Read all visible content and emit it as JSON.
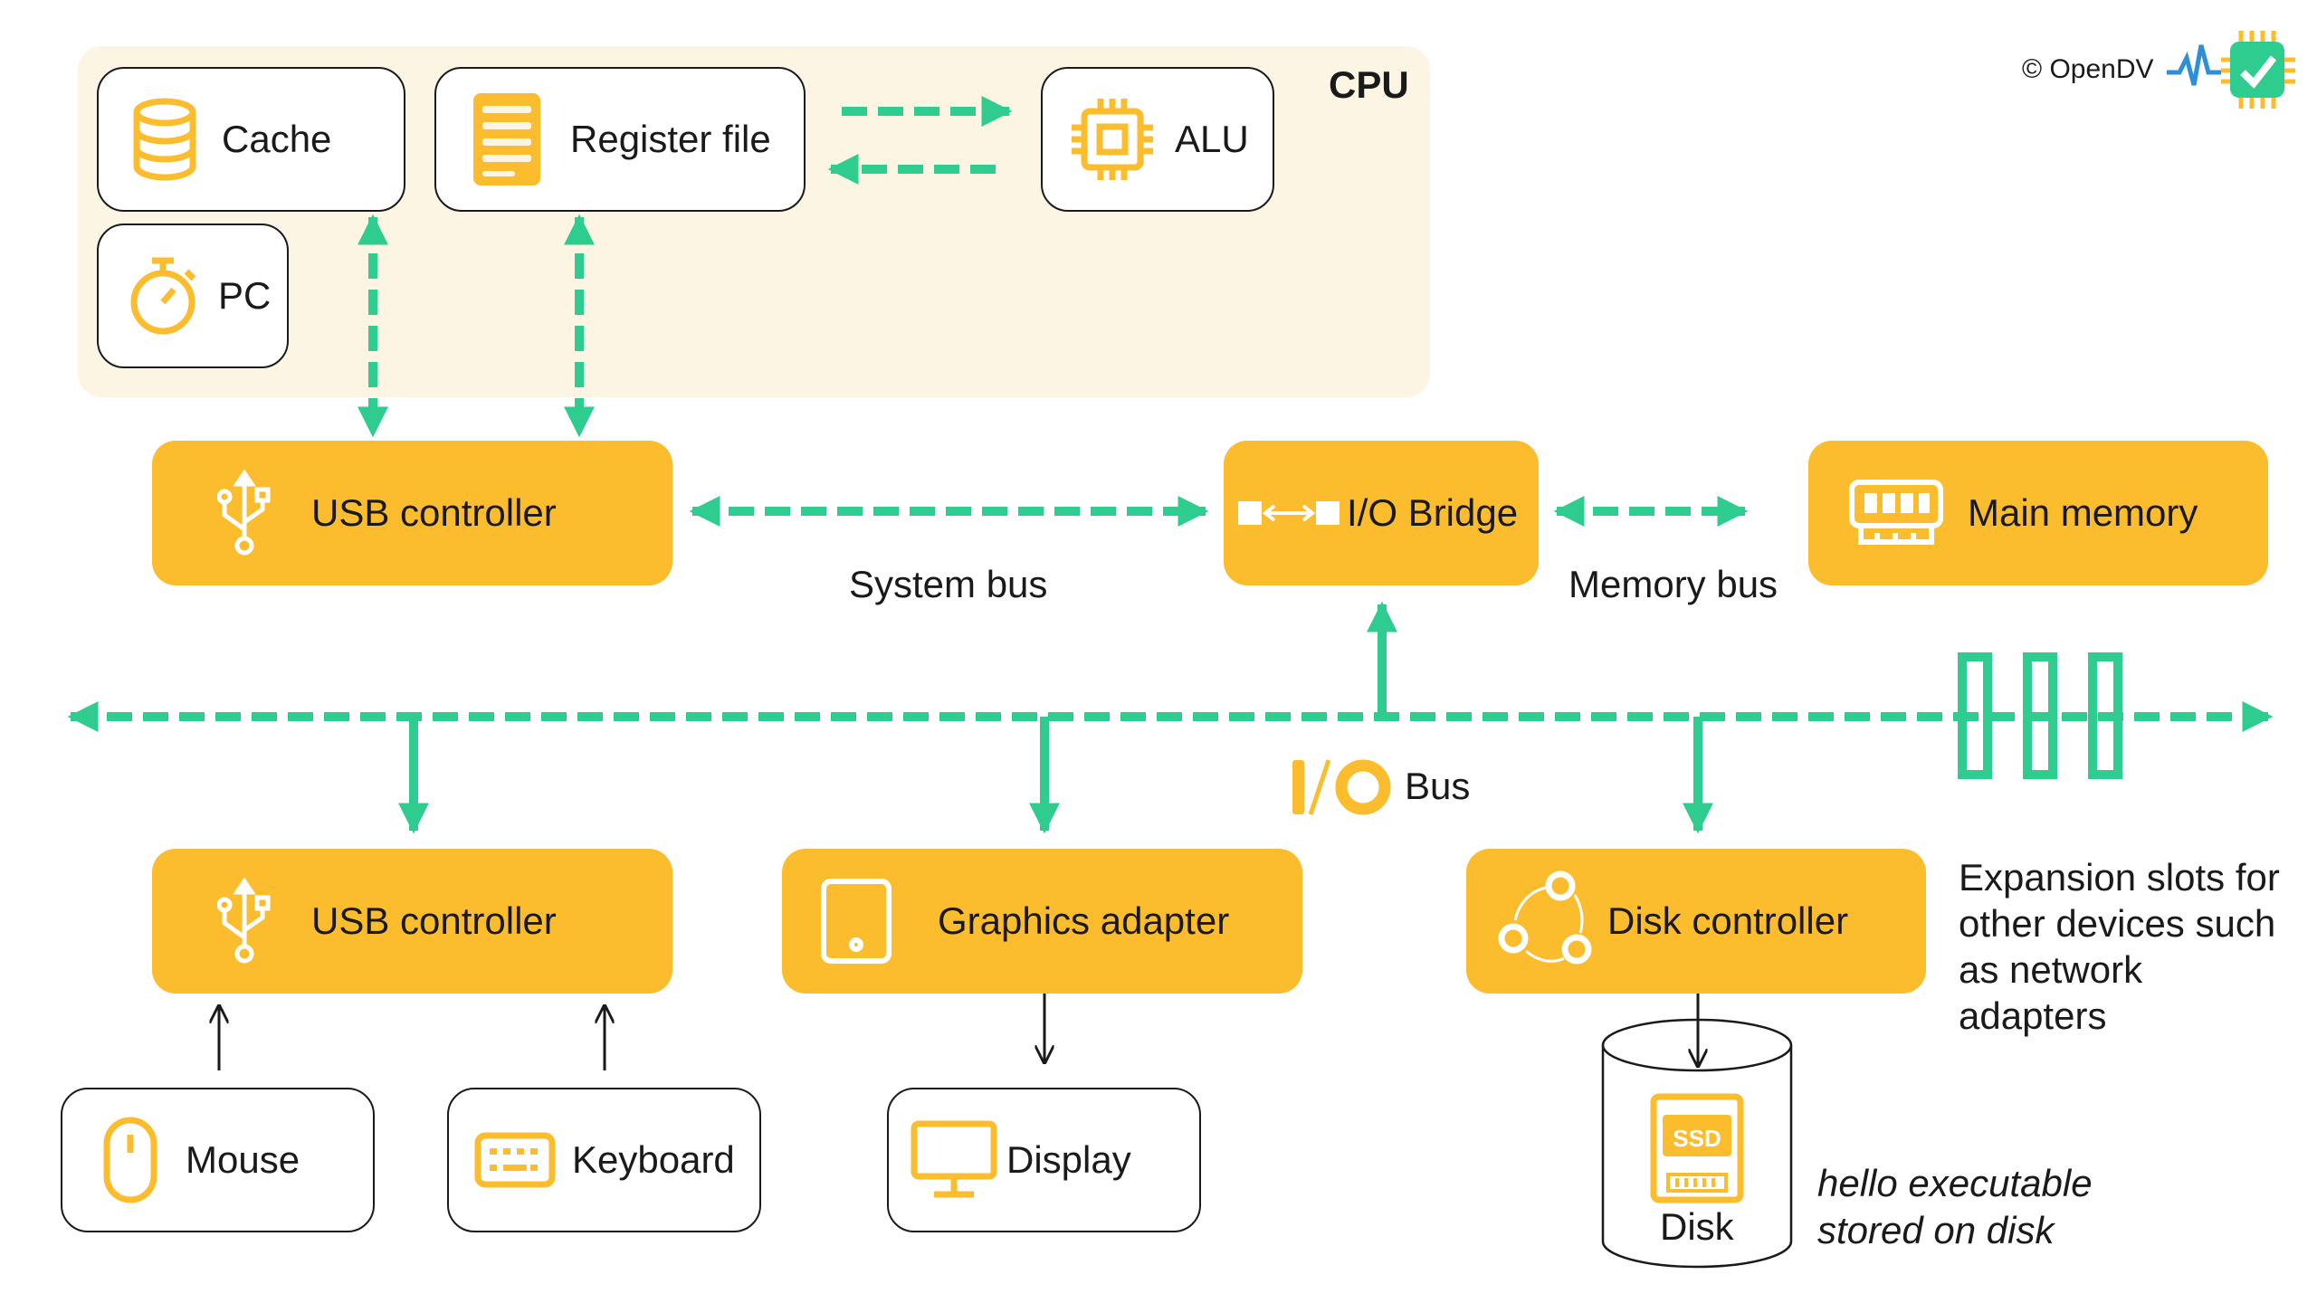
{
  "colors": {
    "accent": "#fbbc2e",
    "bus": "#2ecc8f",
    "cpu_bg": "#fdf5e4",
    "ink": "#1a1a1a"
  },
  "cpu": {
    "title": "CPU",
    "cache": {
      "label": "Cache",
      "icon": "database-icon"
    },
    "register_file": {
      "label": "Register file",
      "icon": "server-icon"
    },
    "alu": {
      "label": "ALU",
      "icon": "chip-icon"
    },
    "pc": {
      "label": "PC",
      "icon": "stopwatch-icon"
    }
  },
  "system": {
    "usb_controller_top": {
      "label": "USB controller",
      "icon": "usb-icon"
    },
    "io_bridge": {
      "label": "I/O Bridge",
      "icon": "bridge-icon"
    },
    "main_memory": {
      "label": "Main memory",
      "icon": "ram-icon"
    },
    "system_bus_label": "System bus",
    "memory_bus_label": "Memory bus"
  },
  "io": {
    "bus_label": "Bus",
    "bus_icon_text": "I/O",
    "usb_controller_bottom": {
      "label": "USB controller",
      "icon": "usb-icon"
    },
    "graphics_adapter": {
      "label": "Graphics adapter",
      "icon": "tablet-icon"
    },
    "disk_controller": {
      "label": "Disk controller",
      "icon": "cycle-icon"
    },
    "expansion_text": "Expansion slots for other devices such as network adapters"
  },
  "devices": {
    "mouse": {
      "label": "Mouse",
      "icon": "mouse-icon"
    },
    "keyboard": {
      "label": "Keyboard",
      "icon": "keyboard-icon"
    },
    "display": {
      "label": "Display",
      "icon": "monitor-icon"
    },
    "disk": {
      "label": "Disk",
      "ssd": "SSD",
      "icon": "ssd-icon"
    },
    "disk_caption": "hello executable stored on disk"
  },
  "logo": {
    "text": "© OpenDV",
    "icon": "opendv-logo-icon"
  }
}
